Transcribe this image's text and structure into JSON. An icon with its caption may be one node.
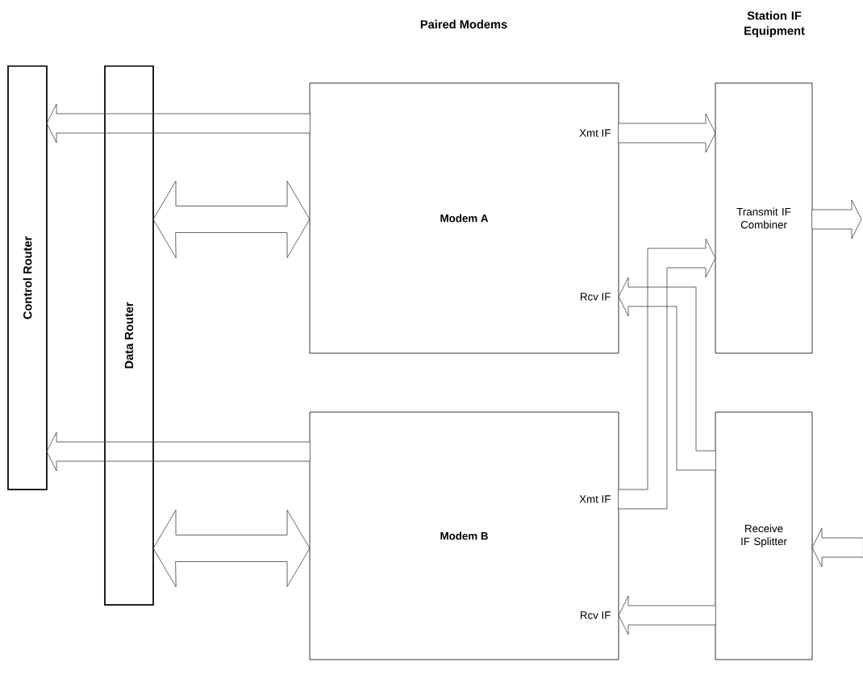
{
  "diagram": {
    "nodes": [
      {
        "text": [
          "Control Router"
        ]
      },
      {
        "text": [
          "Data Router"
        ]
      },
      {
        "text": [
          "Modem A",
          "Xmt IF",
          "Rcv IF"
        ]
      },
      {
        "text": [
          "Modem B",
          "Xmt IF",
          "Rcv IF"
        ]
      },
      {
        "text": [
          "Transmit IF Combiner"
        ]
      },
      {
        "text": [
          "Receive IF Splitter"
        ]
      }
    ],
    "edges": [
      {
        "from": 2,
        "to": 0,
        "arrow": "to"
      },
      {
        "from": 1,
        "to": 2,
        "arrow": "both"
      },
      {
        "from": 3,
        "to": 0,
        "arrow": "to"
      },
      {
        "from": 1,
        "to": 3,
        "arrow": "both"
      },
      {
        "from": 2,
        "to": 4,
        "arrow": "to"
      },
      {
        "from": 3,
        "to": 4,
        "arrow": "to"
      },
      {
        "from": 5,
        "to": 2,
        "arrow": "to"
      },
      {
        "from": 5,
        "to": 3,
        "arrow": "to"
      },
      {
        "from": 4,
        "to": null,
        "arrow": "to"
      },
      {
        "from": null,
        "to": 5,
        "arrow": "to"
      }
    ],
    "labels": [
      "Paired Modems",
      "Station IF Equipment"
    ]
  }
}
